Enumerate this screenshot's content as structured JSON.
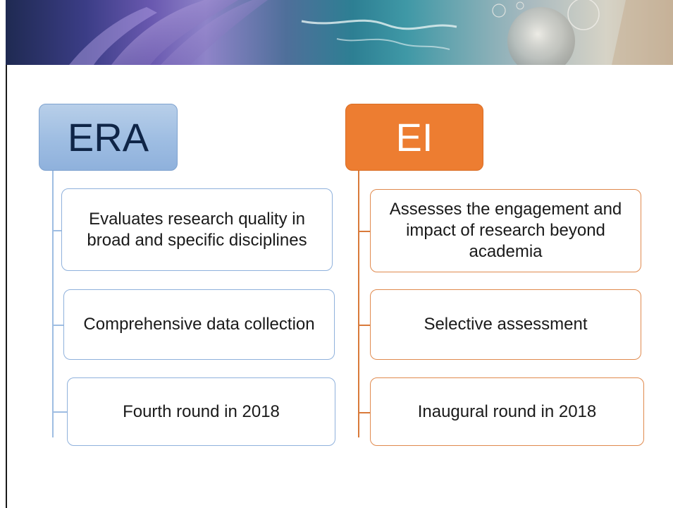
{
  "diagram": {
    "left_header": "ERA",
    "right_header": "EI",
    "left_items": [
      "Evaluates research quality in broad and specific disciplines",
      "Comprehensive data collection",
      "Fourth round in 2018"
    ],
    "right_items": [
      "Assesses the engagement and impact of research beyond academia",
      "Selective assessment",
      "Inaugural round in 2018"
    ]
  },
  "colors": {
    "era_fill": "#9ebde2",
    "era_text": "#0f2547",
    "ei_fill": "#ed7d31",
    "ei_text": "#ffffff"
  }
}
